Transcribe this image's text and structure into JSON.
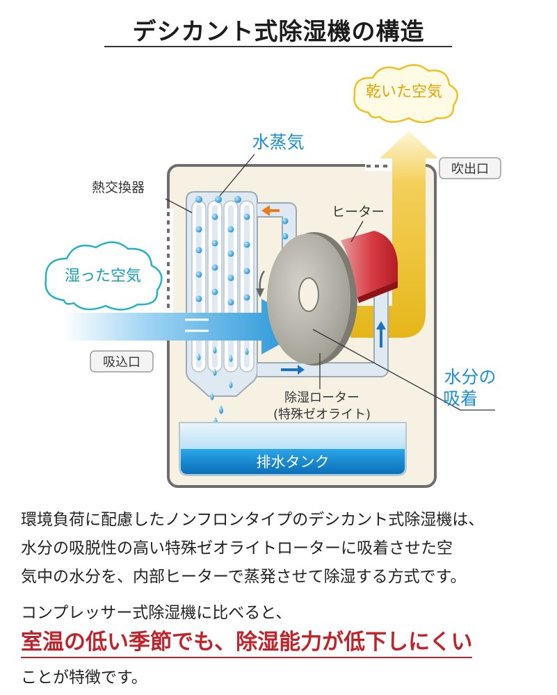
{
  "title": "デシカント式除湿機の構造",
  "labels": {
    "dry_air": "乾いた空気",
    "water_vapor": "水蒸気",
    "heat_exchanger": "熱交換器",
    "exhaust": "吹出口",
    "heater": "ヒーター",
    "humid_air": "湿った空気",
    "intake": "吸込口",
    "moisture_line1": "水分の",
    "moisture_line2": "吸着",
    "rotor_line1": "除湿ローター",
    "rotor_line2": "(特殊ゼオライト)",
    "tank": "排水タンク"
  },
  "description": [
    "環境負荷に配慮したノンフロンタイプのデシカント式除湿機は、",
    "水分の吸脱性の高い特殊ゼオライトローターに吸着させた空",
    "気中の水分を、内部ヒーターで蒸発させて除湿する方式です。"
  ],
  "comparison_lead": "コンプレッサー式除湿機に比べると、",
  "highlight": "室温の低い季節でも、除湿能力が低下しにくい",
  "tail": "ことが特徴です。",
  "colors": {
    "blue": "#1a8fd6",
    "red": "#c0242a",
    "yellow": "#f0c020",
    "cabinet": "#f6f1e2"
  }
}
